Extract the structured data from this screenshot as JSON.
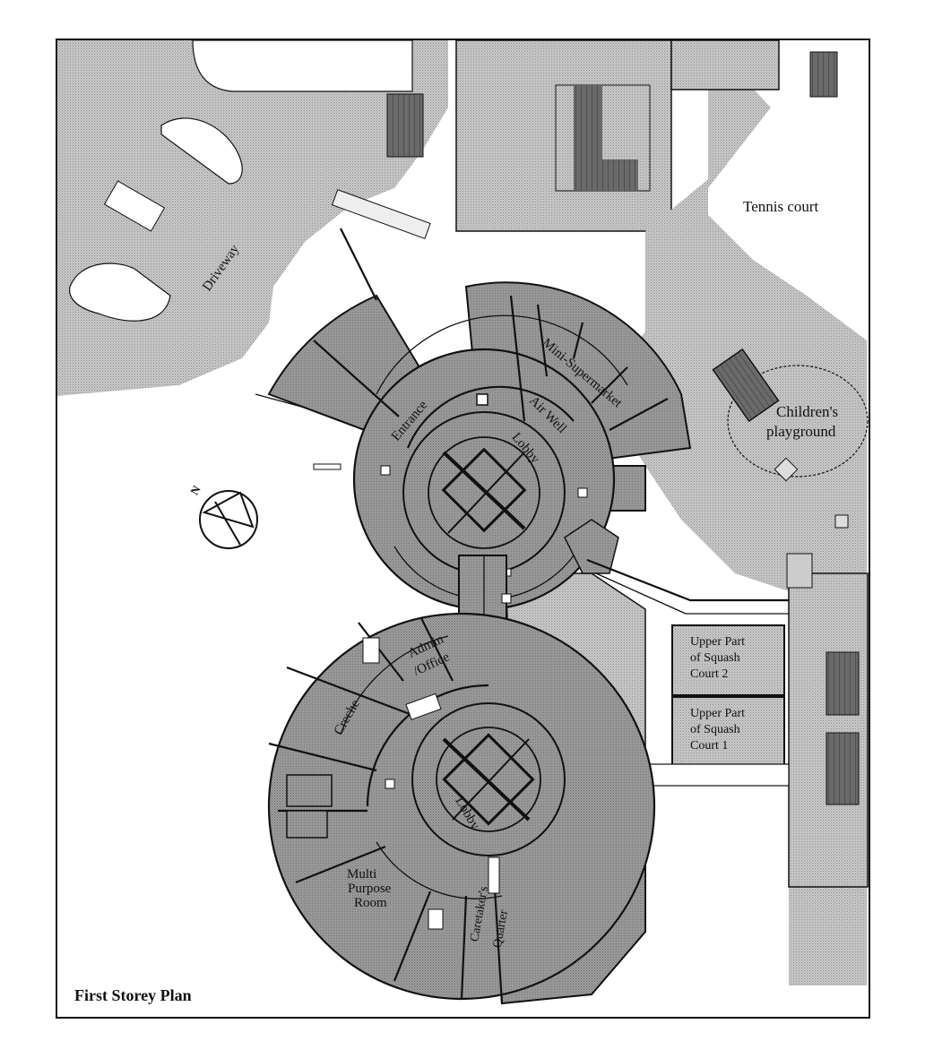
{
  "title": "First Storey Plan",
  "colors": {
    "site": "#c4c4c4",
    "building": "#9a9a9a",
    "core": "#8a8a8a",
    "dark": "#5a5a5a",
    "open": "#ffffff",
    "line": "#111111"
  },
  "labels": {
    "tennis_court": "Tennis court",
    "childrens_playground_1": "Children's",
    "childrens_playground_2": "playground",
    "driveway": "Driveway",
    "mini_supermarket": "Mini-Supermarket",
    "air_well": "Air Well",
    "entrance": "Entrance",
    "lobby_north": "Lobby",
    "lobby_south": "Lobby",
    "admin_office_1": "Admin",
    "admin_office_2": "/Office",
    "creche": "Creche",
    "multi_purpose_1": "Multi",
    "multi_purpose_2": "Purpose",
    "multi_purpose_3": "Room",
    "caretakers_1": "Caretaker's",
    "caretakers_2": "Quarter",
    "squash2_1": "Upper Part",
    "squash2_2": "of Squash",
    "squash2_3": "Court 2",
    "squash1_1": "Upper Part",
    "squash1_2": "of Squash",
    "squash1_3": "Court 1",
    "north": "N"
  }
}
